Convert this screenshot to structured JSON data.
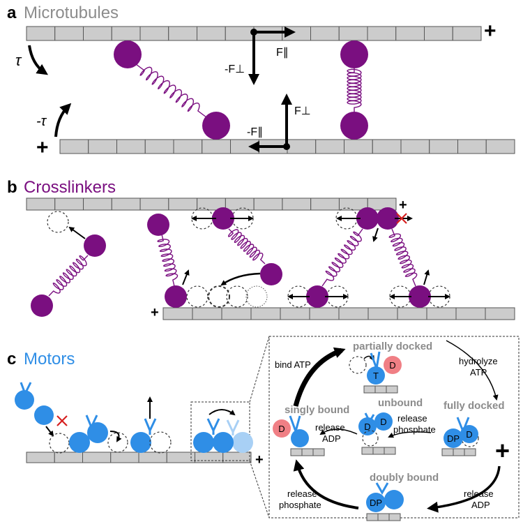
{
  "panel_a": {
    "letter": "a",
    "title": "Microtubules",
    "plus": "+",
    "tau": "τ",
    "neg_tau": "-τ",
    "f_par": "F∥",
    "neg_f_perp": "-F⊥",
    "f_perp": "F⊥",
    "neg_f_par": "-F∥"
  },
  "panel_b": {
    "letter": "b",
    "title": "Crosslinkers",
    "plus": "+"
  },
  "panel_c": {
    "letter": "c",
    "title": "Motors",
    "plus": "+",
    "cycle": {
      "partially_docked": "partially docked",
      "unbound": "unbound",
      "singly_bound": "singly bound",
      "fully_docked": "fully docked",
      "doubly_bound": "doubly bound",
      "bind_atp": "bind ATP",
      "hydrolyze_1": "hydrolyze",
      "hydrolyze_2": "ATP",
      "release_phosphate_1": "release",
      "release_phosphate_2": "phosphate",
      "release_adp_1": "release",
      "release_adp_2": "ADP",
      "state_T": "T",
      "state_D": "D",
      "state_DP": "DP"
    }
  },
  "colors": {
    "crosslinker": "#7a0f80",
    "motor": "#2f8ee6",
    "motor_faded": "#a8d0f5",
    "adp": "#f07f85",
    "microtubule": "#cccccc",
    "title_grey": "#8c8c8c"
  }
}
